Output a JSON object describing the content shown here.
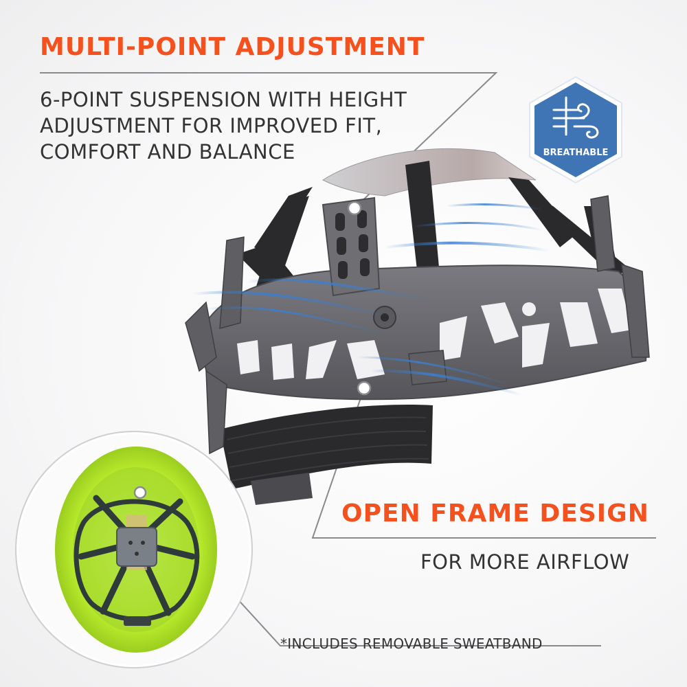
{
  "features": {
    "adjustment": {
      "heading": "MULTI-POINT ADJUSTMENT",
      "description": "6-POINT SUSPENSION WITH HEIGHT ADJUSTMENT FOR IMPROVED FIT, COMFORT AND BALANCE"
    },
    "frame": {
      "heading": "OPEN FRAME DESIGN",
      "description": "FOR MORE AIRFLOW"
    },
    "footnote": "*INCLUDES REMOVABLE SWEATBAND"
  },
  "badge": {
    "label": "BREATHABLE",
    "icon": "wind-icon",
    "color": "#3f74b5"
  },
  "colors": {
    "accent": "#f4511e",
    "frame": "#6c6c70",
    "strap": "#2a2a2c",
    "airflow": "#3b7fd1",
    "helmet": "#c4f03a"
  }
}
